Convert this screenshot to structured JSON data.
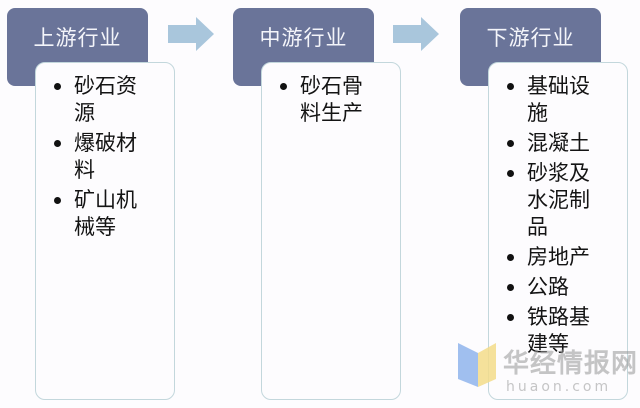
{
  "stages": [
    {
      "title": "上游行业",
      "items": [
        "砂石资源",
        "爆破材料",
        "矿山机械等"
      ]
    },
    {
      "title": "中游行业",
      "items": [
        "砂石骨料生产"
      ]
    },
    {
      "title": "下游行业",
      "items": [
        "基础设施",
        "混凝土",
        "砂浆及水泥制品",
        "房地产",
        "公路",
        "铁路基建等"
      ]
    }
  ],
  "watermark": {
    "name": "华经情报网",
    "url": "huaon.com"
  },
  "colors": {
    "header": "#6a7499",
    "arrow": "#a9c6dc",
    "border": "#c3d7dc"
  }
}
